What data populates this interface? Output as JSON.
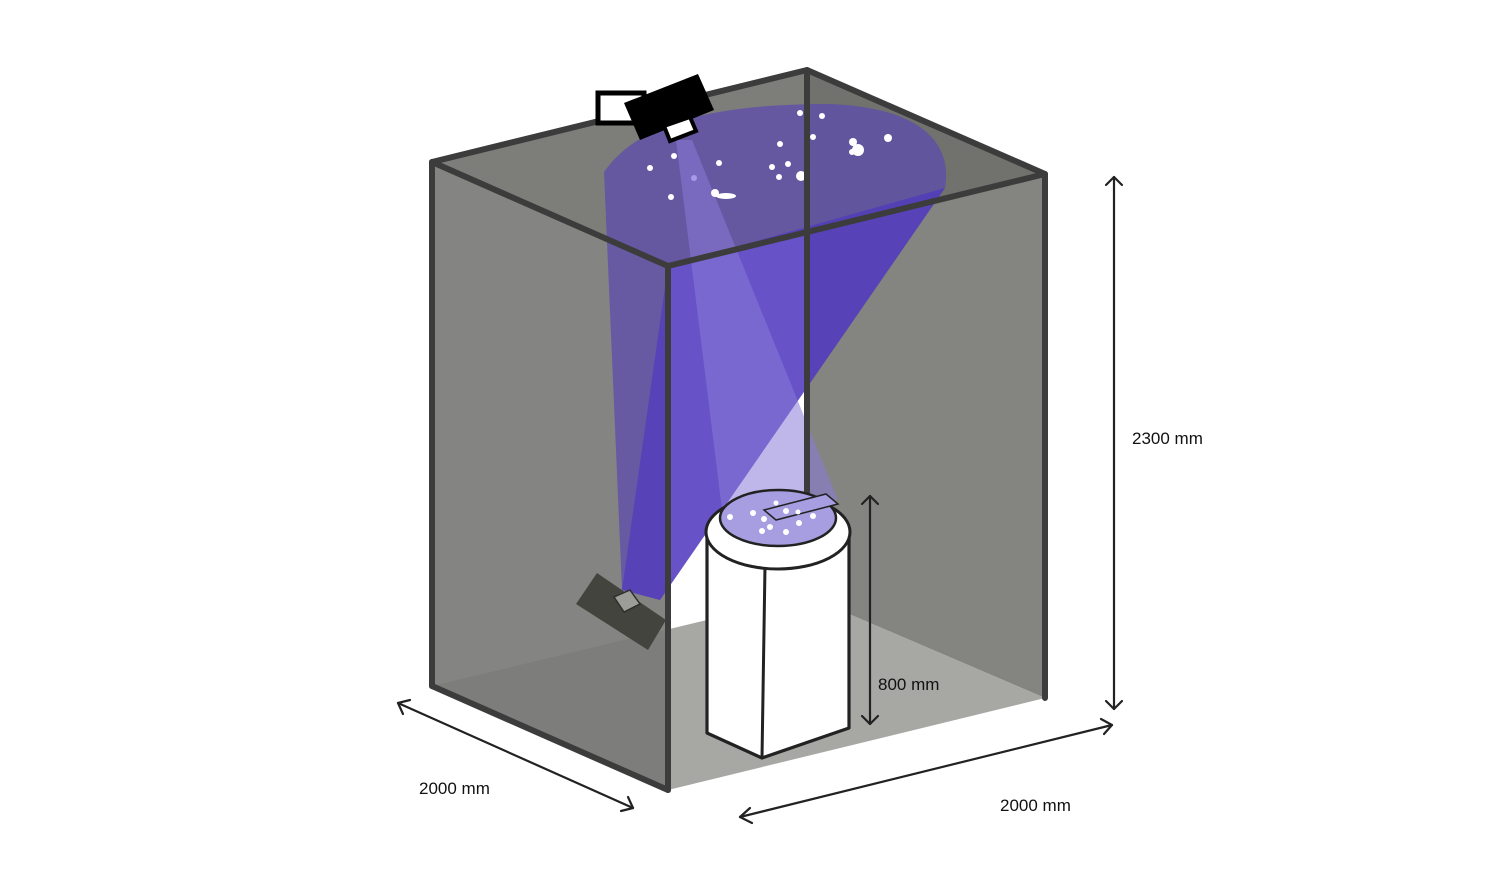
{
  "dimensions": {
    "height": "2300 mm",
    "width_left": "2000 mm",
    "width_right": "2000 mm",
    "table_height": "800 mm"
  },
  "colors": {
    "wall_back": "#7d7e79",
    "wall_left": "#7a7b77",
    "floor": "#9e9f9b",
    "light_beam": "#4b2fc9",
    "light_cone": "#5c4ab0",
    "table": "#ffffff",
    "table_top": "#a69ee0",
    "camera": "#000000",
    "light_source": "#43443e"
  },
  "icons": [
    "projector-camera-icon",
    "light-source-icon",
    "turntable-icon"
  ]
}
